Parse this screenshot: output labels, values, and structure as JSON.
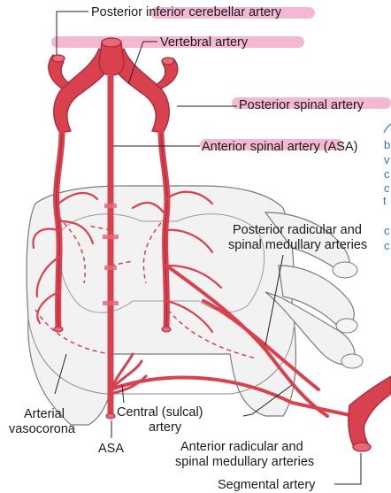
{
  "labels": {
    "pica": "Posterior inferior cerebellar artery",
    "vertebral": "Vertebral artery",
    "posterior_spinal": "Posterior spinal artery",
    "asa_full": "Anterior spinal artery (ASA)",
    "posterior_radicular_1": "Posterior radicular and",
    "posterior_radicular_2": "spinal medullary arteries",
    "arterial_vasocorona_1": "Arterial",
    "arterial_vasocorona_2": "vasocorona",
    "central_sulcal_1": "Central (sulcal)",
    "central_sulcal_2": "artery",
    "asa": "ASA",
    "anterior_radicular_1": "Anterior radicular and",
    "anterior_radicular_2": "spinal medullary arteries",
    "segmental": "Segmental artery"
  },
  "margin_note": [
    "b",
    "v",
    "c",
    "c",
    "t",
    "c",
    "c"
  ],
  "colors": {
    "artery": "#d9414f",
    "artery_light": "#e86a76",
    "cord_fill": "#f2f2f2",
    "highlight": "#f5b8d2",
    "note_ink": "#2a6fd6"
  }
}
